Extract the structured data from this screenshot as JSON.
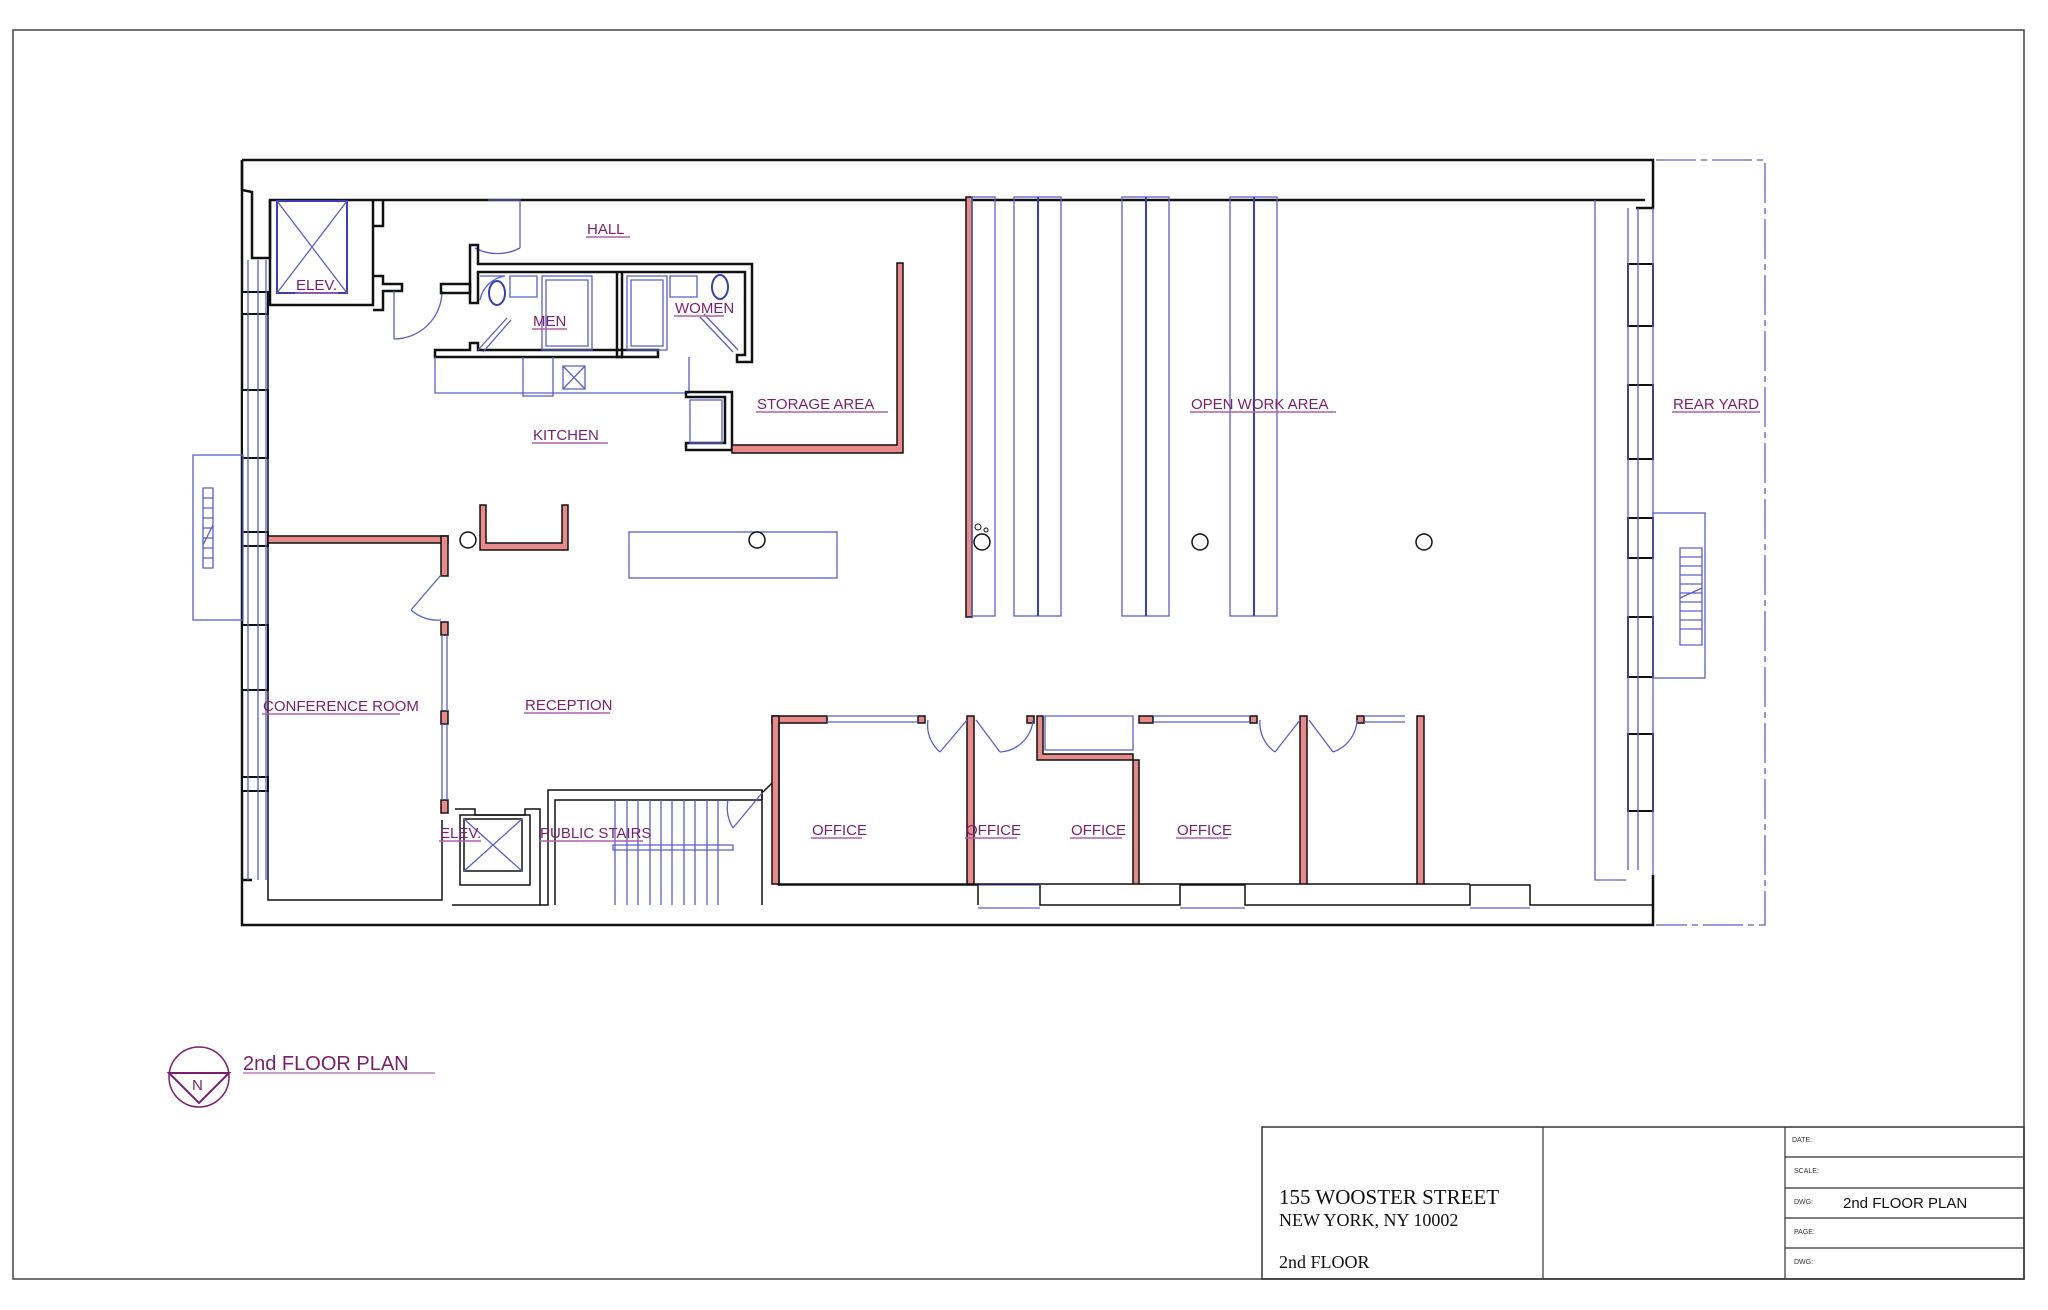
{
  "plan": {
    "title": "2nd FLOOR PLAN",
    "north_symbol": "N",
    "rooms": {
      "hall": "HALL",
      "elev_top": "ELEV.",
      "men": "MEN",
      "women": "WOMEN",
      "kitchen": "KITCHEN",
      "storage": "STORAGE AREA",
      "open_work": "OPEN WORK AREA",
      "rear_yard": "REAR YARD",
      "conference": "CONFERENCE ROOM",
      "reception": "RECEPTION",
      "elev_bottom": "ELEV.",
      "public_stairs": "PUBLIC STAIRS",
      "office_1": "OFFICE",
      "office_2": "OFFICE",
      "office_3": "OFFICE",
      "office_4": "OFFICE"
    },
    "colors": {
      "label": "#7a1f6e",
      "wall": "#111111",
      "fixture": "#5a5fc8",
      "partition": "#e88a8a"
    }
  },
  "title_block": {
    "address_line1": "155 WOOSTER STREET",
    "address_line2": "NEW YORK, NY 10002",
    "floor": "2nd FLOOR",
    "fields": [
      {
        "label": "DATE:",
        "value": ""
      },
      {
        "label": "SCALE:",
        "value": ""
      },
      {
        "label": "DWG:",
        "value": "2nd FLOOR PLAN"
      },
      {
        "label": "PAGE:",
        "value": ""
      },
      {
        "label": "DWG:",
        "value": ""
      }
    ]
  }
}
